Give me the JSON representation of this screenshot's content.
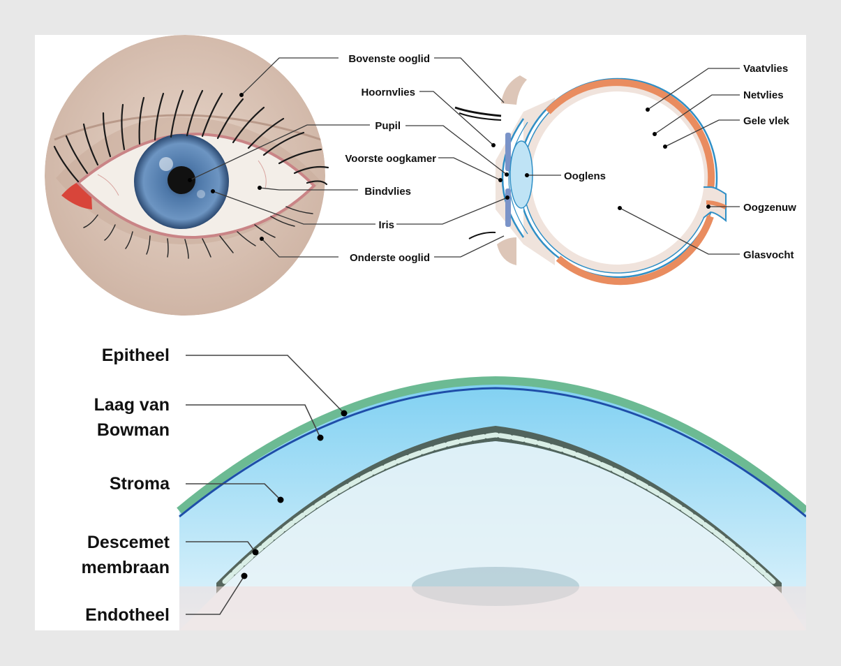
{
  "labels": {
    "external_eye": {
      "upper_eyelid": "Bovenste ooglid",
      "pupil": "Pupil",
      "conjunctiva": "Bindvlies",
      "iris": "Iris",
      "lower_eyelid": "Onderste ooglid"
    },
    "cross_section": {
      "cornea": "Hoornvlies",
      "anterior_chamber": "Voorste oogkamer",
      "lens": "Ooglens",
      "choroid": "Vaatvlies",
      "retina": "Netvlies",
      "macula": "Gele vlek",
      "optic_nerve": "Oogzenuw",
      "vitreous": "Glasvocht"
    },
    "cornea_layers": {
      "epithelium": "Epitheel",
      "bowman_line1": "Laag van",
      "bowman_line2": "Bowman",
      "stroma": "Stroma",
      "descemet_line1": "Descemet",
      "descemet_line2": "membraan",
      "endothelium": "Endotheel"
    }
  },
  "colors": {
    "skin": "#d9c2b4",
    "iris": "#5f86b5",
    "sclera_outline": "#3a8ec4",
    "retina": "#e98c5f",
    "epithelium": "#6cba93",
    "bowman": "#1f4ea8",
    "stroma": "#bfe6f7",
    "endothelium": "#4b5a4f"
  }
}
